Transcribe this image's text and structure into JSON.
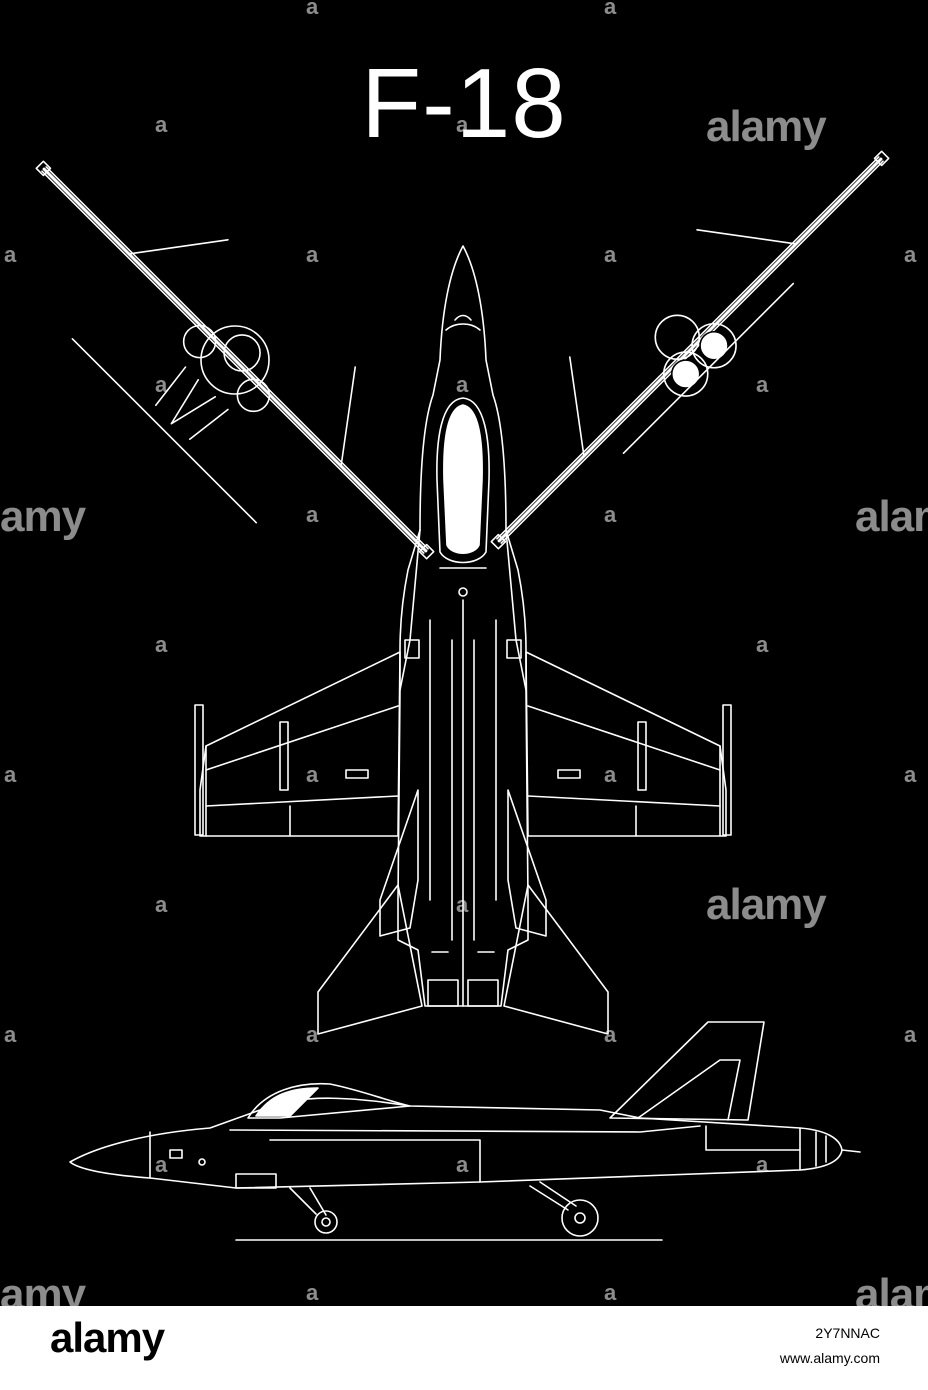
{
  "title": "F-18",
  "watermark": {
    "brand": "alamy",
    "letter": "a",
    "partial_brand": "alam",
    "partial_left": "amy"
  },
  "footer": {
    "logo": "alamy",
    "image_id": "2Y7NNAC",
    "url": "www.alamy.com"
  },
  "colors": {
    "background": "#000000",
    "line": "#ffffff",
    "footer_bg": "#ffffff"
  }
}
